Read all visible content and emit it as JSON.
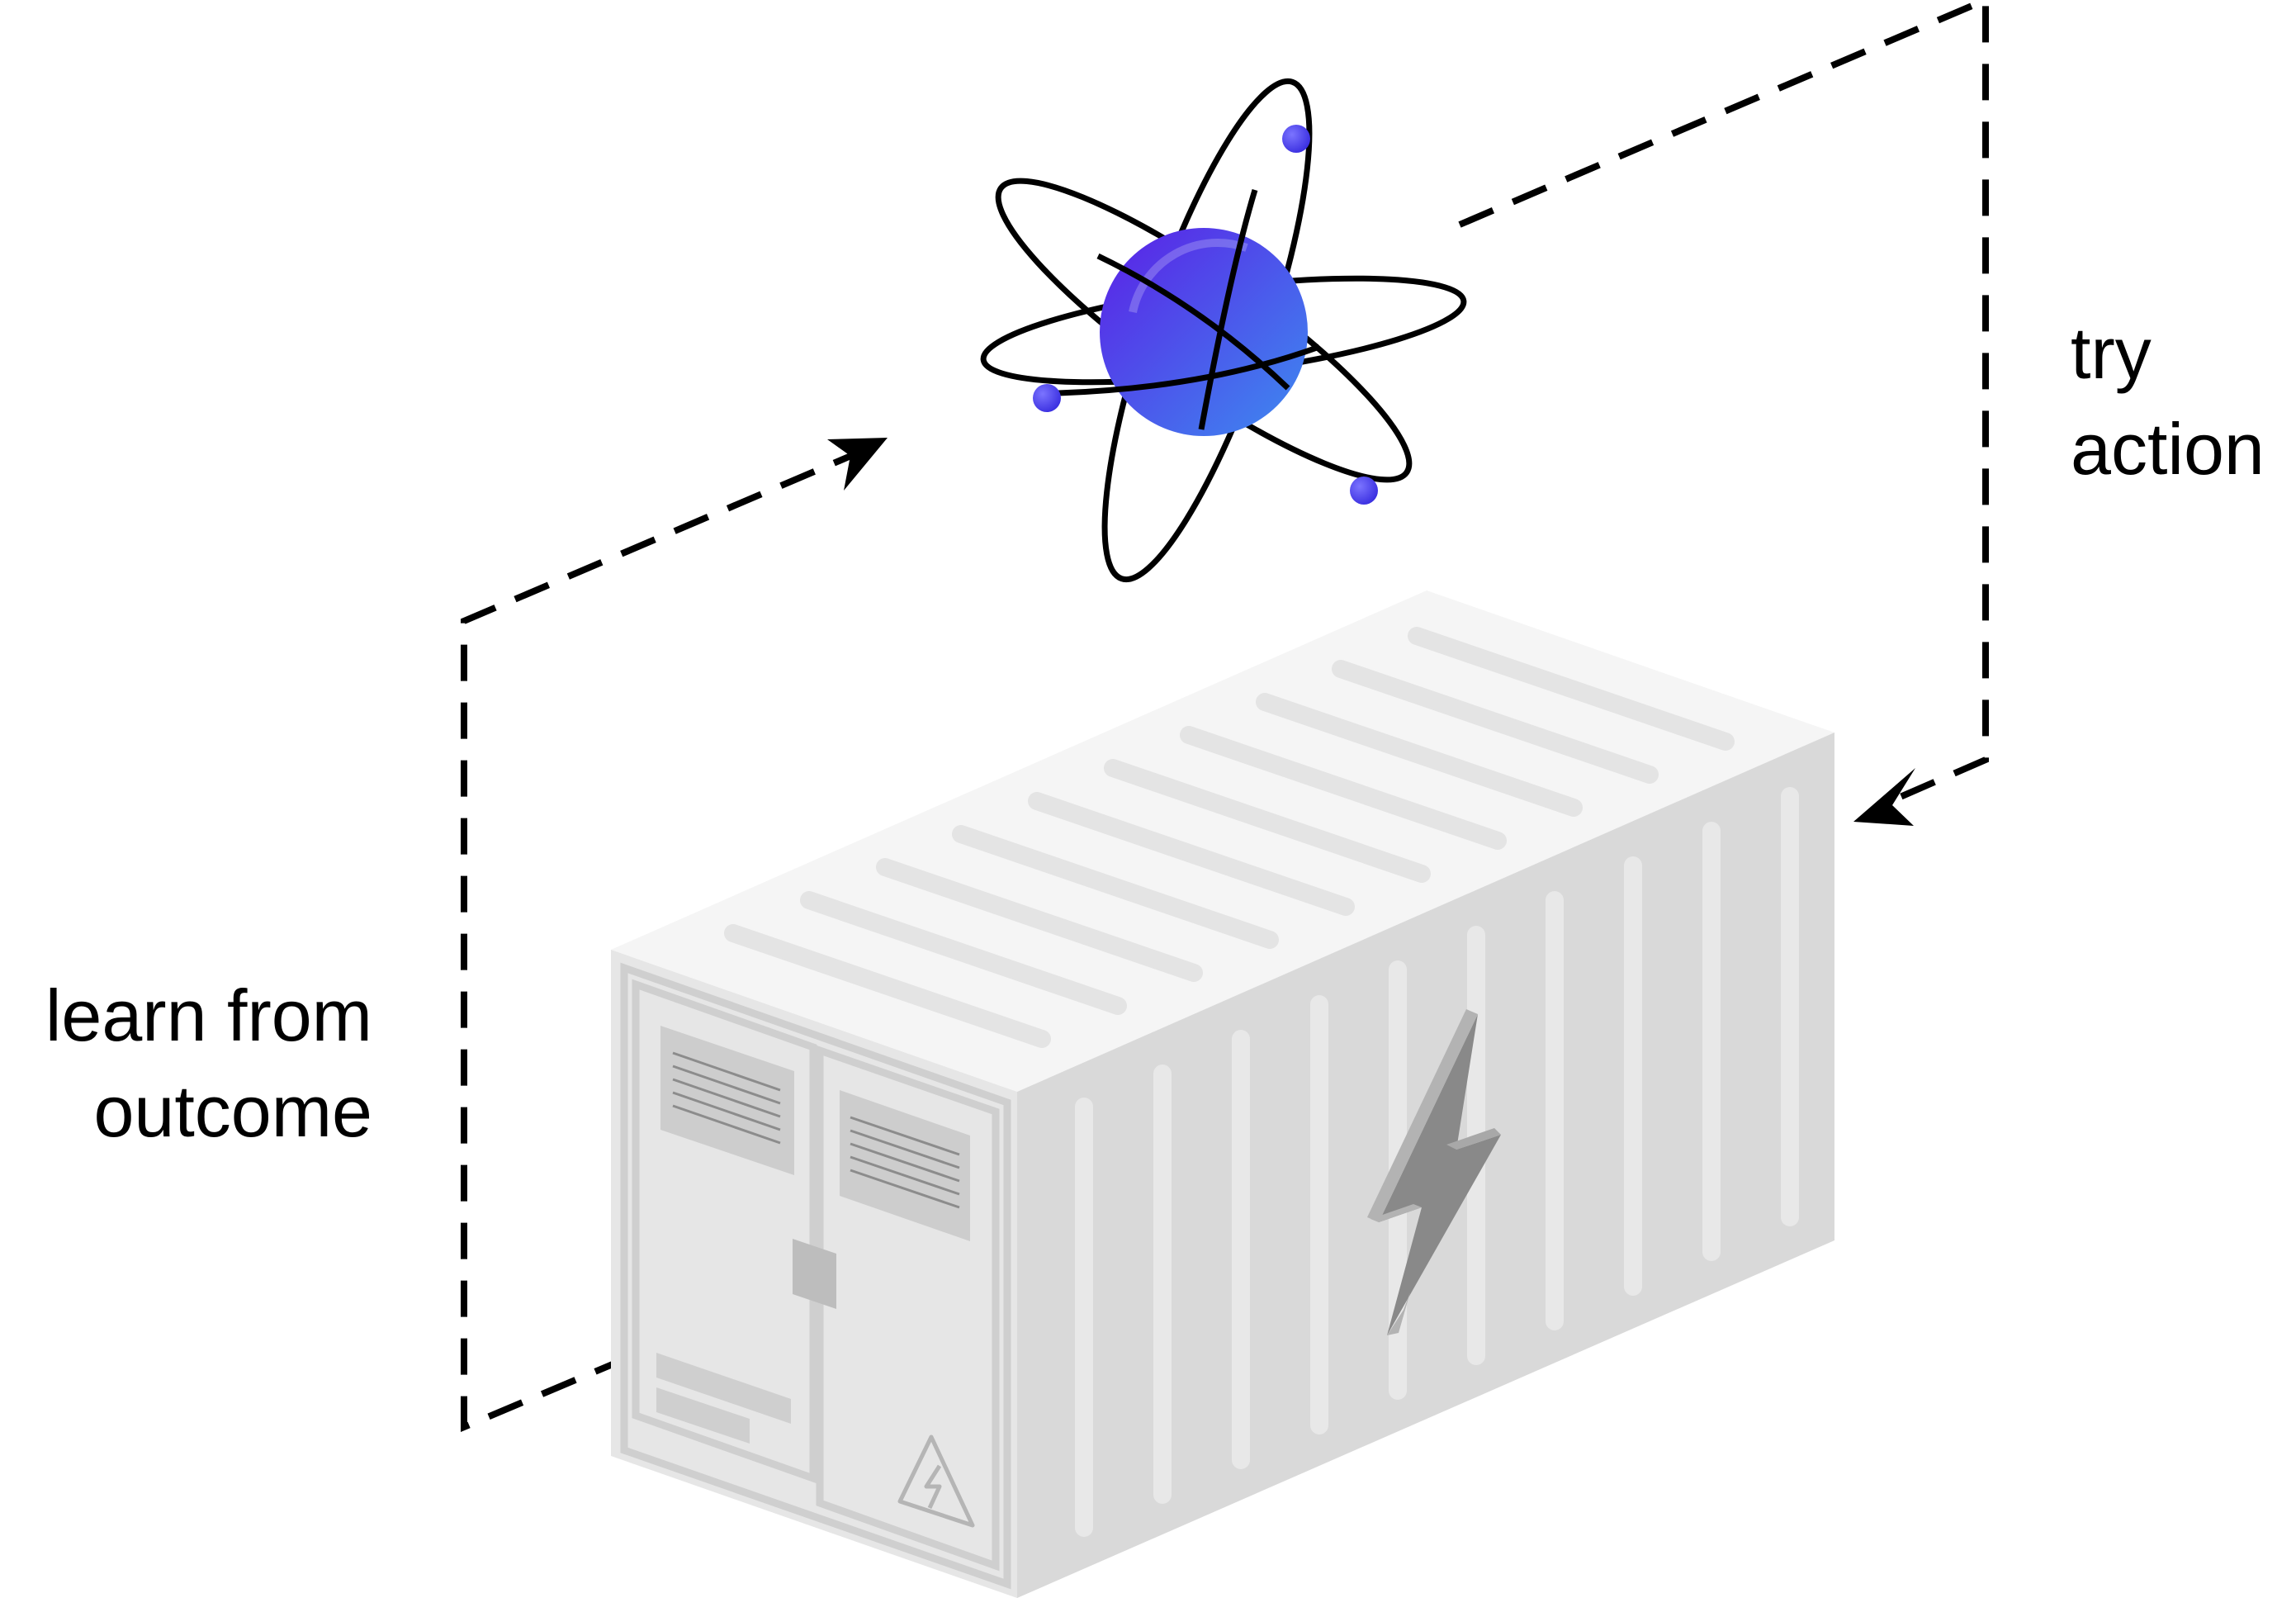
{
  "labels": {
    "try_action": [
      "try",
      "action"
    ],
    "learn_from_outcome": [
      "learn from",
      "outcome"
    ]
  },
  "icons": {
    "agent": "atom-icon",
    "environment": "battery-container-icon",
    "power_symbol": "lightning-bolt-icon",
    "warning_sign": "high-voltage-warning-icon"
  },
  "colors": {
    "atom_nucleus_top": "#5b1fe6",
    "atom_nucleus_bottom": "#3d8bf0",
    "electron": "#4a3ef0",
    "container_light": "#f2f2f2",
    "container_side": "#dcdcdc",
    "arrow": "#000000"
  }
}
